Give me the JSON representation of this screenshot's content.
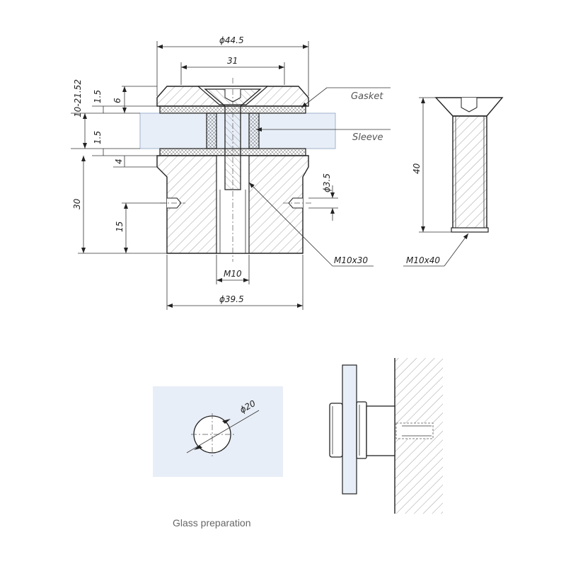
{
  "dimensions": {
    "d_outer_cap": "ϕ44.5",
    "d_cap_recess": "31",
    "cap_height": "6",
    "gasket_thickness_top": "1.5",
    "glass_thickness": "10-21.52",
    "gasket_thickness_bottom": "1.5",
    "flange_height": "4",
    "body_height": "30",
    "set_screw_height": "15",
    "set_screw_hole": "ϕ3.5",
    "thread_size": "M10",
    "body_diameter": "ϕ39.5",
    "bolt_length": "40"
  },
  "labels": {
    "gasket": "Gasket",
    "sleeve": "Sleeve",
    "thread_callout": "M10x30",
    "bolt_callout": "M10x40",
    "hole_diameter": "ϕ20"
  },
  "caption": "Glass preparation",
  "colors": {
    "glass": "#e8eef7",
    "glass_edge": "#cfdcec",
    "line": "#222222"
  }
}
